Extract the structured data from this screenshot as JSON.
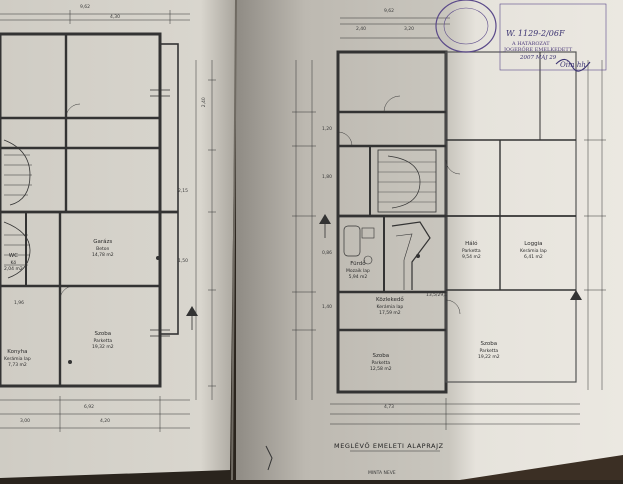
{
  "document": {
    "caption": "MEGLÉVŐ EMELETI ALAPRAJZ",
    "footer_text": "MINTA NEVE",
    "colors": {
      "paper": "#e3e0d8",
      "shadow": "#b9b5ac",
      "ink": "#2b2b2b",
      "stamp": "#4b3a7a"
    }
  },
  "stamp": {
    "ref_text": "W. 1129-2/06F",
    "line_1": "A HATÁROZAT",
    "line_2": "JOGERŐRE EMELKEDETT",
    "date_hand": "2007 MÁJ 29",
    "signature_hand": "Oim hh"
  },
  "left_page": {
    "rooms": [
      {
        "name": "Garázs",
        "floor": "Beton",
        "area": "14,78 m2"
      },
      {
        "name": "WC",
        "floor": "Kő",
        "area": "2,04 m2"
      },
      {
        "name": "Konyha",
        "floor": "Kerámia lap",
        "area": "7,73 m2"
      },
      {
        "name": "Szoba",
        "floor": "Parketta",
        "area": "19,32 m2"
      }
    ],
    "dimensions": [
      "9,62",
      "4,30",
      "2,40",
      "3,00",
      "4,20",
      "6,92",
      "1,96",
      "2,15",
      "1,50"
    ]
  },
  "right_page": {
    "rooms": [
      {
        "name": "Fürdő",
        "floor": "Mozaik lap",
        "area": "5,94 m2"
      },
      {
        "name": "Közlekedő",
        "floor": "Kerámia lap",
        "area": "17,59 m2"
      },
      {
        "name": "Szoba",
        "floor": "Parketta",
        "area": "12,58 m2"
      },
      {
        "name": "Loggia",
        "floor": "Kerámia lap",
        "area": "6,41 m2"
      },
      {
        "name": "Háló",
        "floor": "Parketta",
        "area": "9,54 m2"
      },
      {
        "name": "Szoba",
        "floor": "Parketta",
        "area": "19,22 m2"
      }
    ],
    "dimensions": [
      "9,62",
      "4,73",
      "2,40",
      "3,20",
      "1,20",
      "1,80",
      "1,40",
      "0,86",
      "13,5/29,0"
    ]
  }
}
